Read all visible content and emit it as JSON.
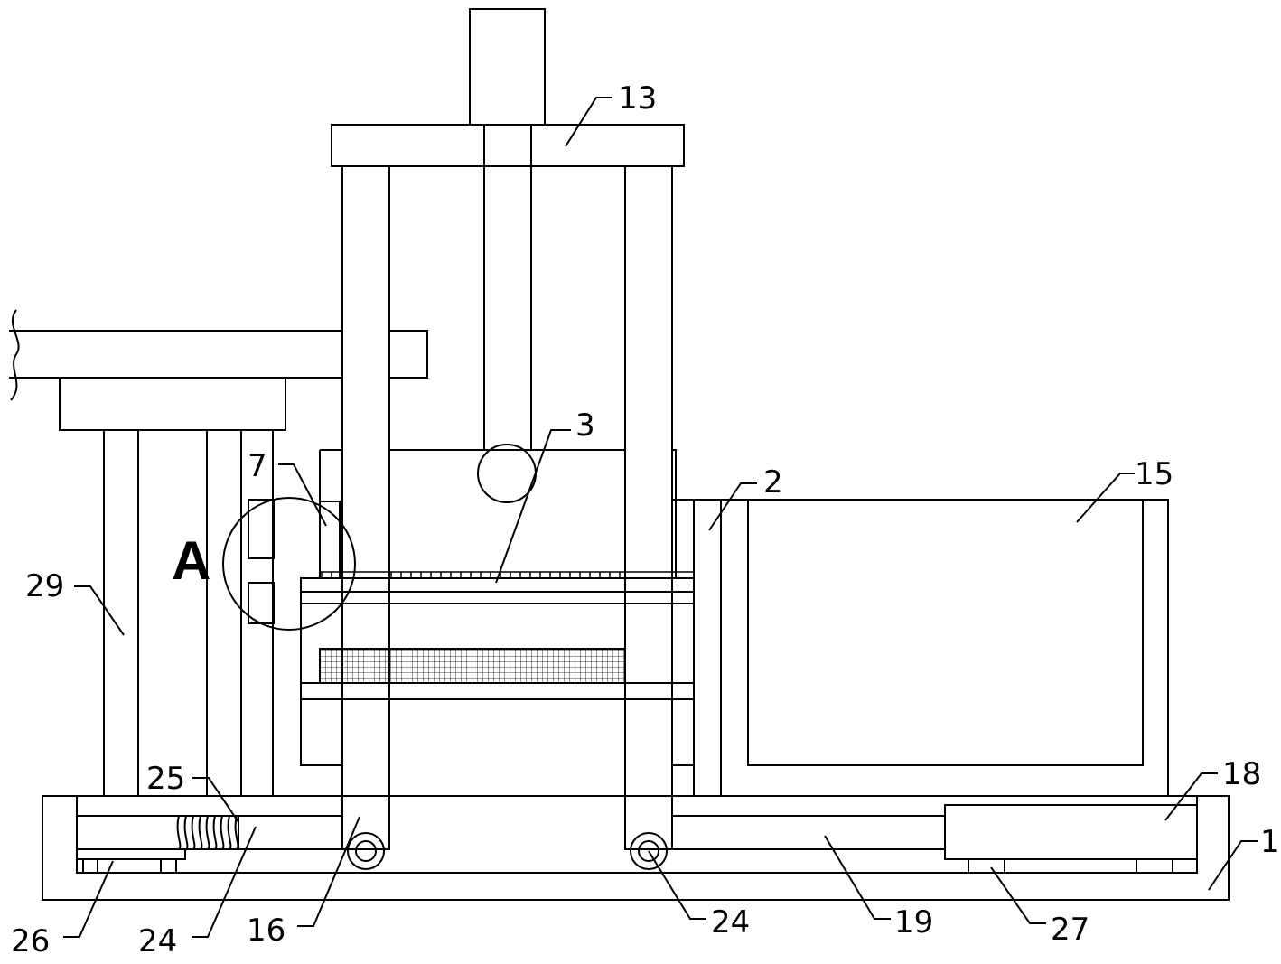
{
  "diagram": {
    "detail_marker": "A",
    "callouts": {
      "label_13": "13",
      "label_3": "3",
      "label_7": "7",
      "label_2": "2",
      "label_15": "15",
      "label_29": "29",
      "label_25": "25",
      "label_18": "18",
      "label_1": "1",
      "label_26": "26",
      "label_24_left": "24",
      "label_16": "16",
      "label_24_right": "24",
      "label_19": "19",
      "label_27": "27"
    },
    "colors": {
      "line": "#000000",
      "background": "#ffffff"
    }
  }
}
